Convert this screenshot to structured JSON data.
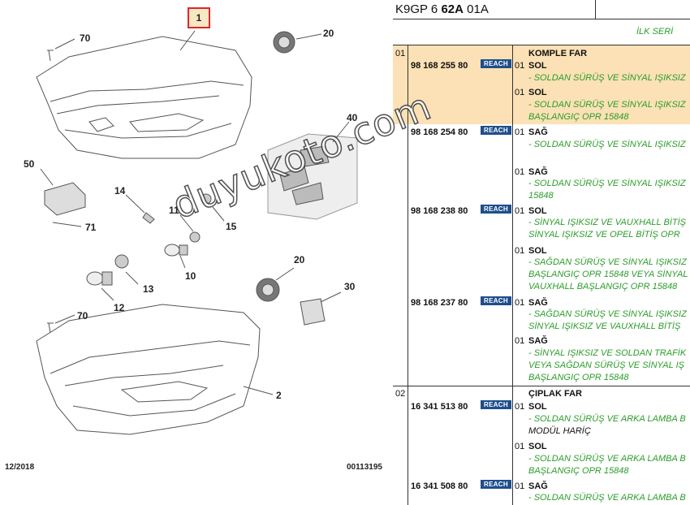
{
  "diagram": {
    "callouts": {
      "c1": "1",
      "c70a": "70",
      "c20a": "20",
      "c40": "40",
      "c50": "50",
      "c14": "14",
      "c11": "11",
      "c15": "15",
      "c71": "71",
      "c10": "10",
      "c13": "13",
      "c12": "12",
      "c20b": "20",
      "c30": "30",
      "c70b": "70",
      "c2": "2"
    },
    "date": "12/2018",
    "ref": "00113195",
    "watermark": "duyukoto.com"
  },
  "table": {
    "code_prefix": "K9GP 6 ",
    "code_bold": "62A",
    "code_suffix": " 01A",
    "series": "İLK SERİ",
    "reach_label": "REACH",
    "groups": [
      {
        "num": "01",
        "title": "KOMPLE FAR"
      },
      {
        "num": "02",
        "title": "ÇIPLAK FAR"
      }
    ],
    "rows": [
      {
        "pn": "98 168 255 80",
        "qty": "01",
        "side": "SOL",
        "desc": [
          "- SOLDAN SÜRÜŞ VE SİNYAL IŞIKSIZ"
        ]
      },
      {
        "pn": "",
        "qty": "01",
        "side": "SOL",
        "desc": [
          "- SOLDAN SÜRÜŞ VE SİNYAL IŞIKSIZ",
          "BAŞLANGIÇ OPR 15848"
        ]
      },
      {
        "pn": "98 168 254 80",
        "qty": "01",
        "side": "SAĞ",
        "desc": [
          "- SOLDAN SÜRÜŞ VE SİNYAL IŞIKSIZ"
        ]
      },
      {
        "pn": "",
        "qty": "01",
        "side": "SAĞ",
        "desc": [
          "- SOLDAN SÜRÜŞ VE SİNYAL IŞIKSIZ",
          "15848"
        ]
      },
      {
        "pn": "98 168 238 80",
        "qty": "01",
        "side": "SOL",
        "desc": [
          "- SİNYAL IŞIKSIZ VE VAUXHALL BİTİŞ",
          "SİNYAL IŞIKSIZ VE OPEL BİTİŞ OPR"
        ]
      },
      {
        "pn": "",
        "qty": "01",
        "side": "SOL",
        "desc": [
          "- SAĞDAN SÜRÜŞ VE SİNYAL IŞIKSIZ",
          "BAŞLANGIÇ OPR 15848 VEYA SİNYAL",
          "VAUXHALL BAŞLANGIÇ OPR 15848"
        ]
      },
      {
        "pn": "98 168 237 80",
        "qty": "01",
        "side": "SAĞ",
        "desc": [
          "- SAĞDAN SÜRÜŞ VE SİNYAL IŞIKSIZ",
          "SİNYAL IŞIKSIZ VE VAUXHALL BİTİŞ"
        ]
      },
      {
        "pn": "",
        "qty": "01",
        "side": "SAĞ",
        "desc": [
          "- SİNYAL IŞIKSIZ VE SOLDAN TRAFİK",
          "VEYA SAĞDAN SÜRÜŞ VE SİNYAL IŞ",
          "BAŞLANGIÇ OPR 15848"
        ]
      },
      {
        "pn": "16 341 513 80",
        "qty": "01",
        "side": "SOL",
        "desc": [
          "- SOLDAN SÜRÜŞ VE ARKA LAMBA B",
          "MODÜL HARİÇ"
        ]
      },
      {
        "pn": "",
        "qty": "01",
        "side": "SOL",
        "desc": [
          "- SOLDAN SÜRÜŞ VE ARKA LAMBA B",
          "BAŞLANGIÇ OPR 15848"
        ]
      },
      {
        "pn": "16 341 508 80",
        "qty": "01",
        "side": "SAĞ",
        "desc": [
          "- SOLDAN SÜRÜŞ VE ARKA LAMBA B"
        ]
      }
    ]
  }
}
